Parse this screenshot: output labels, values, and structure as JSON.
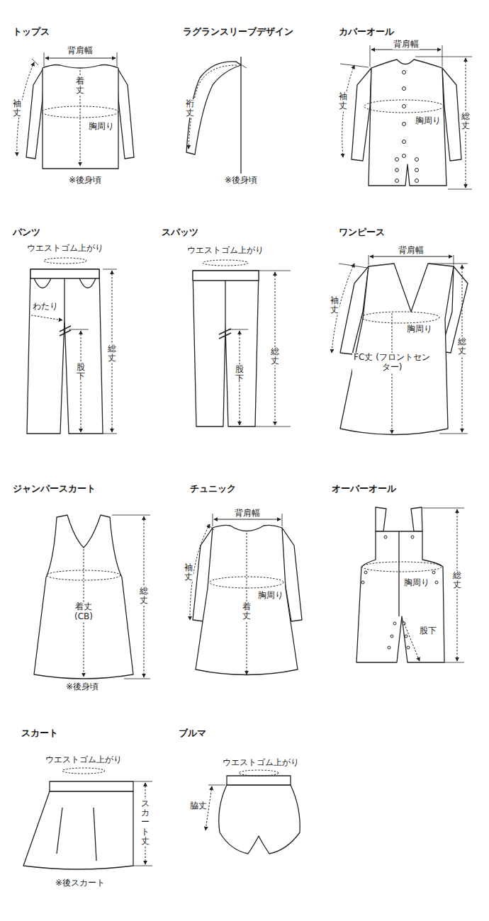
{
  "diagram": {
    "labels": [
      "トップス",
      "背肩幅",
      "着丈",
      "袖丈",
      "胸周り",
      "※後身頃",
      "ラグランスリーブデザイン",
      "裄丈",
      "※後身頃",
      "カバーオール",
      "背肩幅",
      "袖丈",
      "総丈",
      "胸周り",
      "パンツ",
      "ウエストゴム上がり",
      "わたり",
      "股下",
      "総丈",
      "スパッツ",
      "ウエストゴム上がり",
      "股下",
      "総丈",
      "ワンピース",
      "背肩幅",
      "袖丈",
      "総丈",
      "胸周り",
      "FC丈 (フロントセンター)",
      "ジャンパースカート",
      "着丈 (CB)",
      "総丈",
      "※後身頃",
      "チュニック",
      "背肩幅",
      "袖丈",
      "胸周り",
      "着丈",
      "オーバーオール",
      "総丈",
      "胸周り",
      "股下",
      "スカート",
      "ウエストゴム上がり",
      "スカート丈",
      "※後スカート",
      "ブルマ",
      "ウエストゴム上がり",
      "脇丈"
    ]
  }
}
